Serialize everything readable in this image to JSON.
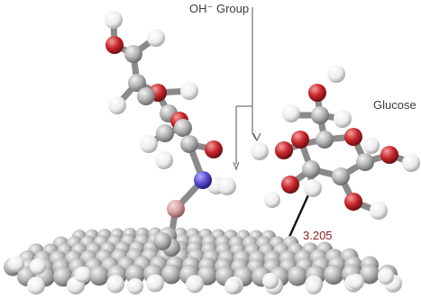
{
  "labels": {
    "oh_group": "OH⁻ Group",
    "glucose": "Glucose",
    "distance": "3.205"
  },
  "colors": {
    "carbon": "#b9b9b9",
    "oxygen": "#c8262b",
    "hydrogen": "#f0f0f0",
    "nitrogen": "#5a4fd0",
    "boron": "#d6a3a3",
    "distance_text": "#8b1a1a",
    "leader_line": "#555555"
  }
}
